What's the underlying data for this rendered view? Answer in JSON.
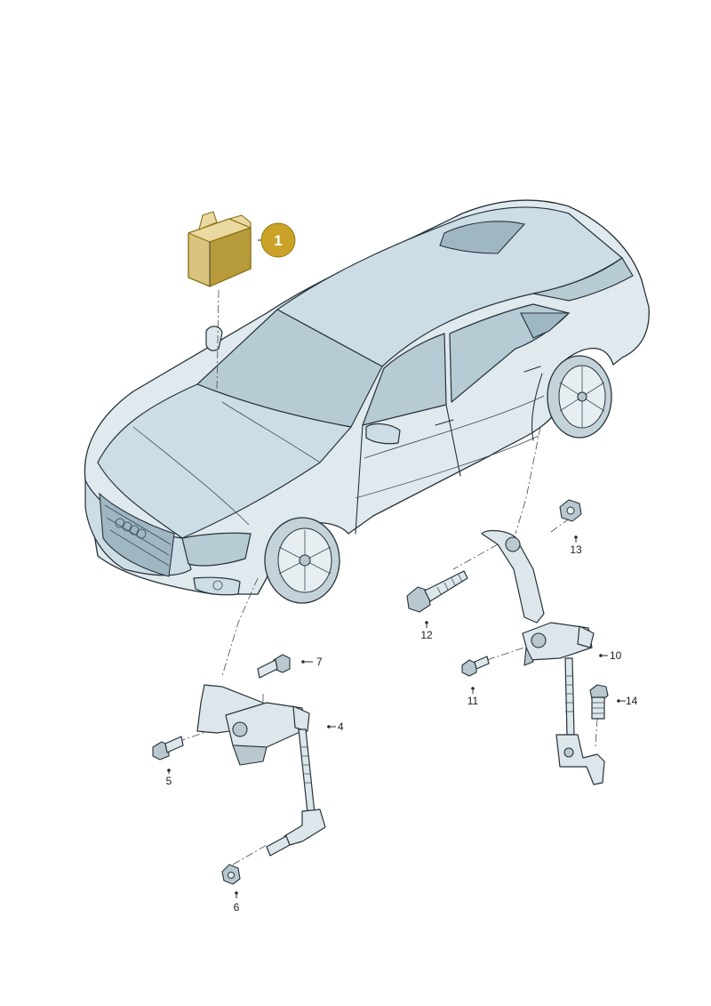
{
  "diagram": {
    "highlight_color": "#c9a227",
    "callout": {
      "number": "1"
    },
    "labels": [
      {
        "id": "lbl-4",
        "text": "4"
      },
      {
        "id": "lbl-5",
        "text": "5"
      },
      {
        "id": "lbl-6",
        "text": "6"
      },
      {
        "id": "lbl-7",
        "text": "7"
      },
      {
        "id": "lbl-10",
        "text": "10"
      },
      {
        "id": "lbl-11",
        "text": "11"
      },
      {
        "id": "lbl-12",
        "text": "12"
      },
      {
        "id": "lbl-13",
        "text": "13"
      },
      {
        "id": "lbl-14",
        "text": "14"
      }
    ]
  }
}
